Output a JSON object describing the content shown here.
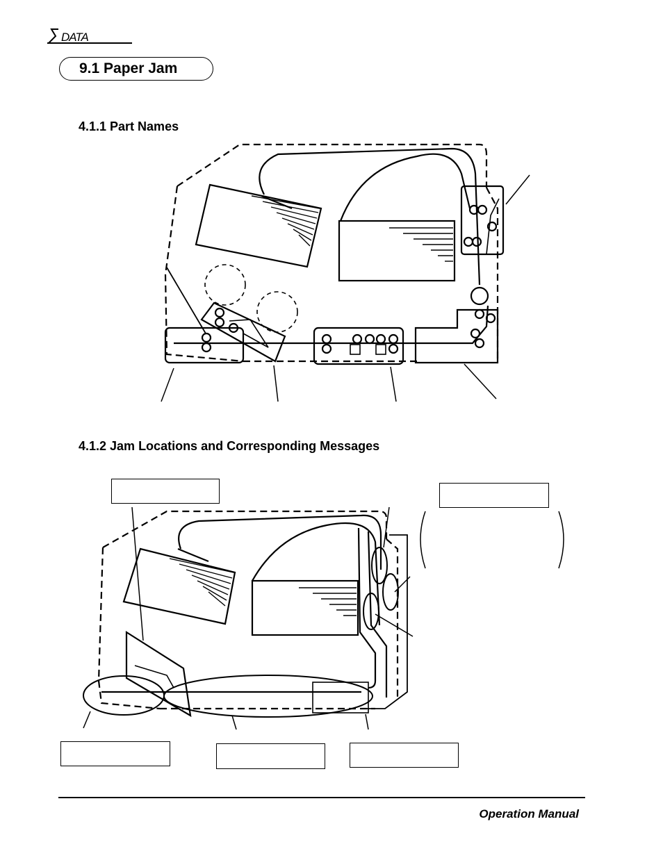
{
  "header": {
    "logo_text": "DATA",
    "section_title": "9.1 Paper Jam"
  },
  "subsections": [
    {
      "title": "4.1.1 Part Names"
    },
    {
      "title": "4.1.2 Jam Locations and Corresponding Messages"
    }
  ],
  "footer": {
    "text": "Operation Manual"
  }
}
